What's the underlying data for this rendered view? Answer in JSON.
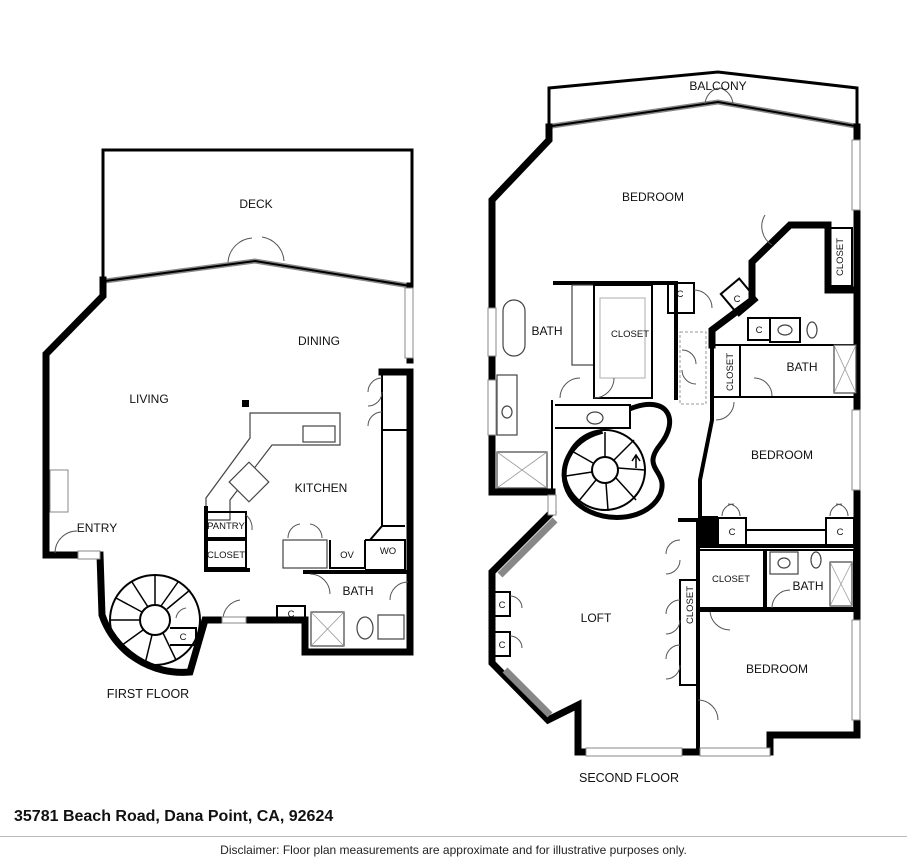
{
  "first_floor": {
    "caption": "FIRST FLOOR",
    "rooms": {
      "deck": "DECK",
      "dining": "DINING",
      "living": "LIVING",
      "kitchen": "KITCHEN",
      "entry": "ENTRY",
      "pantry": "PANTRY",
      "closet": "CLOSET",
      "oven": "OV",
      "wall_oven": "WO",
      "bath": "BATH",
      "closet_c1": "C",
      "closet_c2": "C"
    }
  },
  "second_floor": {
    "caption": "SECOND FLOOR",
    "rooms": {
      "balcony": "BALCONY",
      "bedroom_main": "BEDROOM",
      "bath_main": "BATH",
      "closet_main": "CLOSET",
      "closet_right_top": "CLOSET",
      "closet_mid": "CLOSET",
      "bath_right": "BATH",
      "bedroom_mid": "BEDROOM",
      "loft": "LOFT",
      "closet_loft": "CLOSET",
      "closet_lower": "CLOSET",
      "bath_lower": "BATH",
      "bedroom_lower": "BEDROOM",
      "c_a": "C",
      "c_b": "C",
      "c_c": "C",
      "c_d": "C",
      "c_e": "C",
      "c_f": "C",
      "c_g": "C"
    }
  },
  "address": "35781 Beach Road, Dana Point, CA, 92624",
  "disclaimer": "Disclaimer: Floor plan measurements are approximate and for illustrative purposes only."
}
